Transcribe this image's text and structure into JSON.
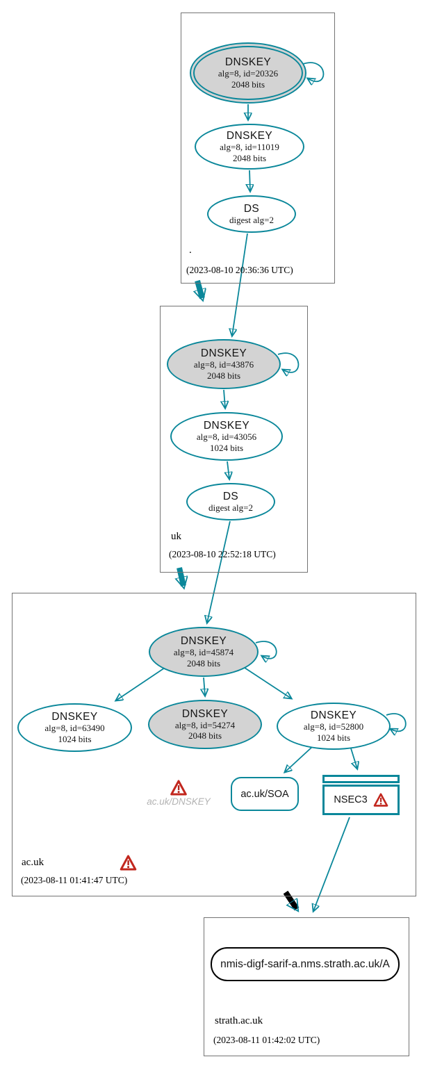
{
  "colors": {
    "secure_edge_teal": "#0a879a",
    "sep_key_fill_gray": "#d3d3d3",
    "warning_red": "#c2271e",
    "insecure_edge_black": "#000000"
  },
  "zones": {
    "root": {
      "name": ".",
      "timestamp": "(2023-08-10 20:36:36 UTC)",
      "ksk": {
        "title": "DNSKEY",
        "detail": "alg=8, id=20326",
        "bits": "2048 bits"
      },
      "zsk": {
        "title": "DNSKEY",
        "detail": "alg=8, id=11019",
        "bits": "2048 bits"
      },
      "ds": {
        "title": "DS",
        "detail": "digest alg=2"
      }
    },
    "uk": {
      "name": "uk",
      "timestamp": "(2023-08-10 22:52:18 UTC)",
      "ksk": {
        "title": "DNSKEY",
        "detail": "alg=8, id=43876",
        "bits": "2048 bits"
      },
      "zsk": {
        "title": "DNSKEY",
        "detail": "alg=8, id=43056",
        "bits": "1024 bits"
      },
      "ds": {
        "title": "DS",
        "detail": "digest alg=2"
      }
    },
    "acuk": {
      "name": "ac.uk",
      "timestamp": "(2023-08-11 01:41:47 UTC)",
      "ksk": {
        "title": "DNSKEY",
        "detail": "alg=8, id=45874",
        "bits": "2048 bits"
      },
      "zsk1": {
        "title": "DNSKEY",
        "detail": "alg=8, id=63490",
        "bits": "1024 bits"
      },
      "zsk2": {
        "title": "DNSKEY",
        "detail": "alg=8, id=54274",
        "bits": "2048 bits"
      },
      "zsk3": {
        "title": "DNSKEY",
        "detail": "alg=8, id=52800",
        "bits": "1024 bits"
      },
      "dnskey_warning_label": "ac.uk/DNSKEY",
      "soa_label": "ac.uk/SOA",
      "nsec3_label": "NSEC3"
    },
    "strath": {
      "name": "strath.ac.uk",
      "timestamp": "(2023-08-11 01:42:02 UTC)",
      "a_record_label": "nmis-digf-sarif-a.nms.strath.ac.uk/A"
    }
  }
}
